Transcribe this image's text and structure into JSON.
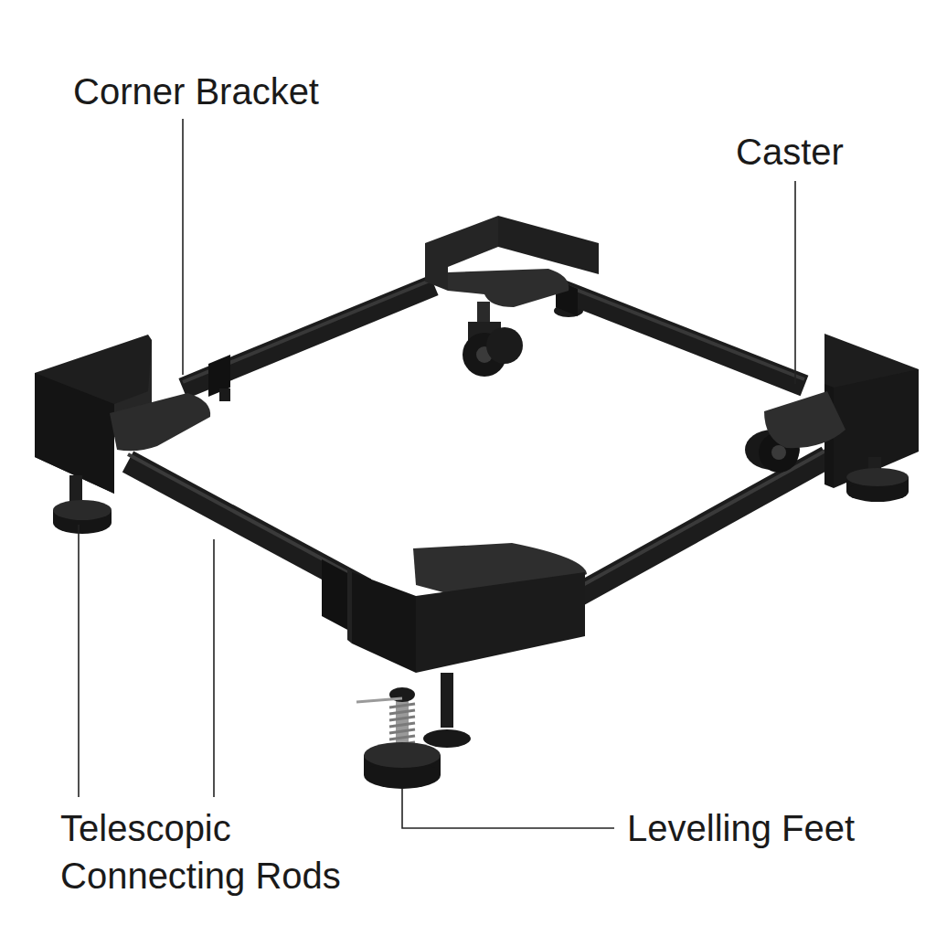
{
  "diagram": {
    "labels": [
      "Corner Bracket",
      "Caster",
      "Telescopic Connecting Rods",
      "Levelling Feet"
    ]
  }
}
